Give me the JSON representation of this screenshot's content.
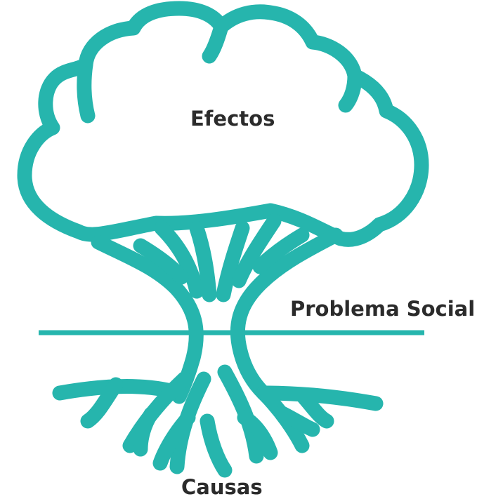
{
  "diagram": {
    "labels": {
      "effects": "Efectos",
      "problem": "Problema Social",
      "causes": "Causas"
    },
    "colors": {
      "stroke": "#26b5ad",
      "text": "#2b2b2b",
      "background": "#ffffff"
    },
    "icon": "tree-with-roots-icon"
  }
}
